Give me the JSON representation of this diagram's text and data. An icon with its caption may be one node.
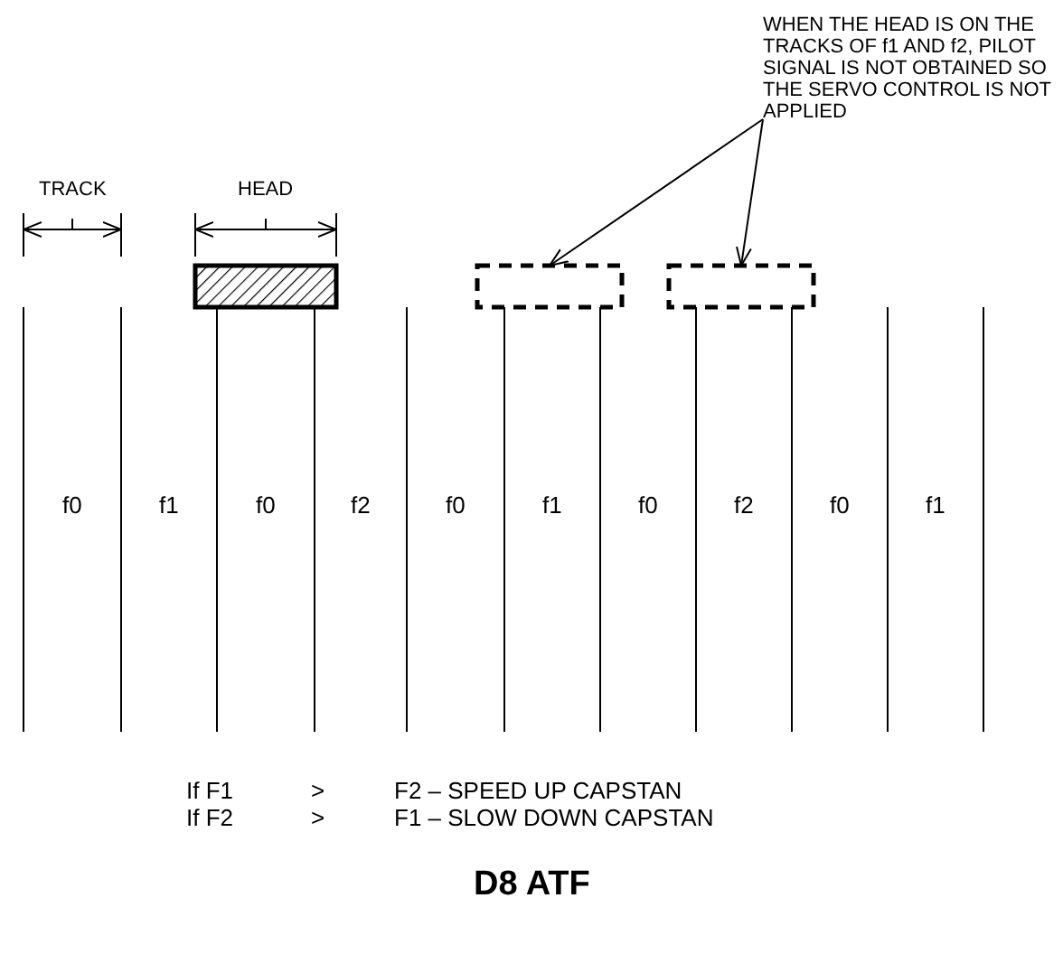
{
  "diagram": {
    "title": "D8 ATF",
    "nodes": [
      {
        "text": [
          "WHEN THE HEAD IS ON THE TRACKS OF f1 AND f2, PILOT SIGNAL IS NOT OBTAINED SO THE SERVO CONTROL IS NOT APPLIED"
        ]
      },
      {
        "text": [],
        "shape": "box"
      },
      {
        "text": [],
        "shape": "box"
      },
      {
        "text": [],
        "shape": "box"
      }
    ],
    "edges": [
      {
        "from": 0,
        "to": 2,
        "arrow": "to"
      },
      {
        "from": 0,
        "to": 3,
        "arrow": "to"
      }
    ],
    "labels": [
      "TRACK",
      "HEAD",
      "f0",
      "f1",
      "f0",
      "f2",
      "f0",
      "f1",
      "f0",
      "f2",
      "f0",
      "f1",
      "If F1",
      ">",
      "F2 – SPEED UP CAPSTAN",
      "If F2",
      ">",
      "F1 – SLOW DOWN CAPSTAN"
    ]
  }
}
